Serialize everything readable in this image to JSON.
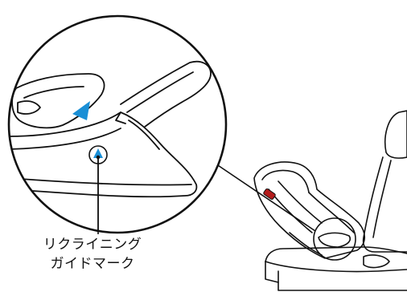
{
  "callout": {
    "label_line1": "リクライニング",
    "label_line2": "ガイドマーク"
  },
  "icons": [
    "magnifier-circle",
    "recline-guide-mark",
    "blue-triangle-indicator",
    "car-seat",
    "child-car-seat"
  ],
  "colors": {
    "line": "#111111",
    "accent_blue": "#1a8fd6",
    "background": "#ffffff"
  }
}
